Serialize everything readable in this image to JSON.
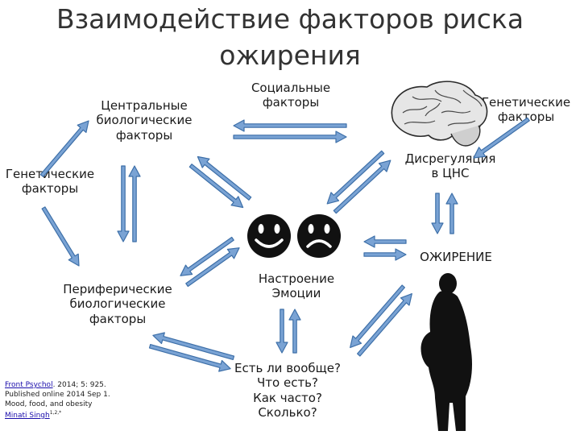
{
  "title": "Взаимодействие факторов риска ожирения",
  "nodes": {
    "central": "Центральные\nбиологические\nфакторы",
    "social": "Социальные\nфакторы",
    "genetic_right": "Генетические\nфакторы",
    "genetic_left": "Генетические\nфакторы",
    "cns": "Дисрегуляция\nв ЦНС",
    "obesity": "ОЖИРЕНИЕ",
    "mood": "Настроение\nЭмоции",
    "peripheral": "Периферические\nбиологические\nфакторы",
    "eating": "Есть ли вообще?\nЧто есть?\nКак часто?\nСколько?"
  },
  "reference": {
    "journal": "Front Psychol",
    "citation": ". 2014; 5: 925.",
    "published": "Published online 2014 Sep 1.",
    "article": "Mood, food, and obesity",
    "author": "Minati Singh",
    "author_sup": "1,2,*"
  },
  "icons": [
    "brain-icon",
    "smiley-happy-icon",
    "smiley-sad-icon",
    "obese-person-silhouette-icon"
  ],
  "colors": {
    "arrow_fill": "#7aa3d4",
    "arrow_stroke": "#3d6fa8",
    "icon": "#111111"
  }
}
